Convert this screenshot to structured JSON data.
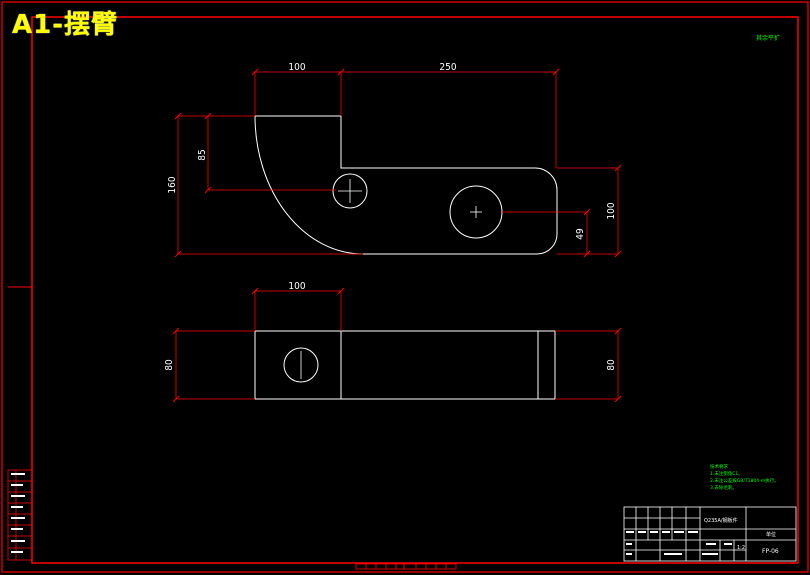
{
  "title": "A1-摆臂",
  "corner_note": "其余平扩",
  "front_view": {
    "dims": {
      "top_left": "100",
      "top_right": "250",
      "left_inner": "85",
      "left_outer": "160",
      "right_outer": "100",
      "right_inner": "49"
    }
  },
  "bottom_view": {
    "dims": {
      "top": "100",
      "left": "80",
      "right": "80"
    }
  },
  "tech_notes": {
    "heading": "技术要求",
    "lines": [
      "1.未注倒角C1。",
      "2.未注公差按GB/T1804-m执行。",
      "3.去除毛刺。"
    ]
  },
  "title_block": {
    "material": "Q235A/钢板件",
    "unit": "单位",
    "drawing_no": "FP-06",
    "scale": "1:2"
  },
  "colors": {
    "frame": "#ff0000",
    "drawing": "#ffffff",
    "title": "#ffff00",
    "notes": "#00ff00"
  }
}
